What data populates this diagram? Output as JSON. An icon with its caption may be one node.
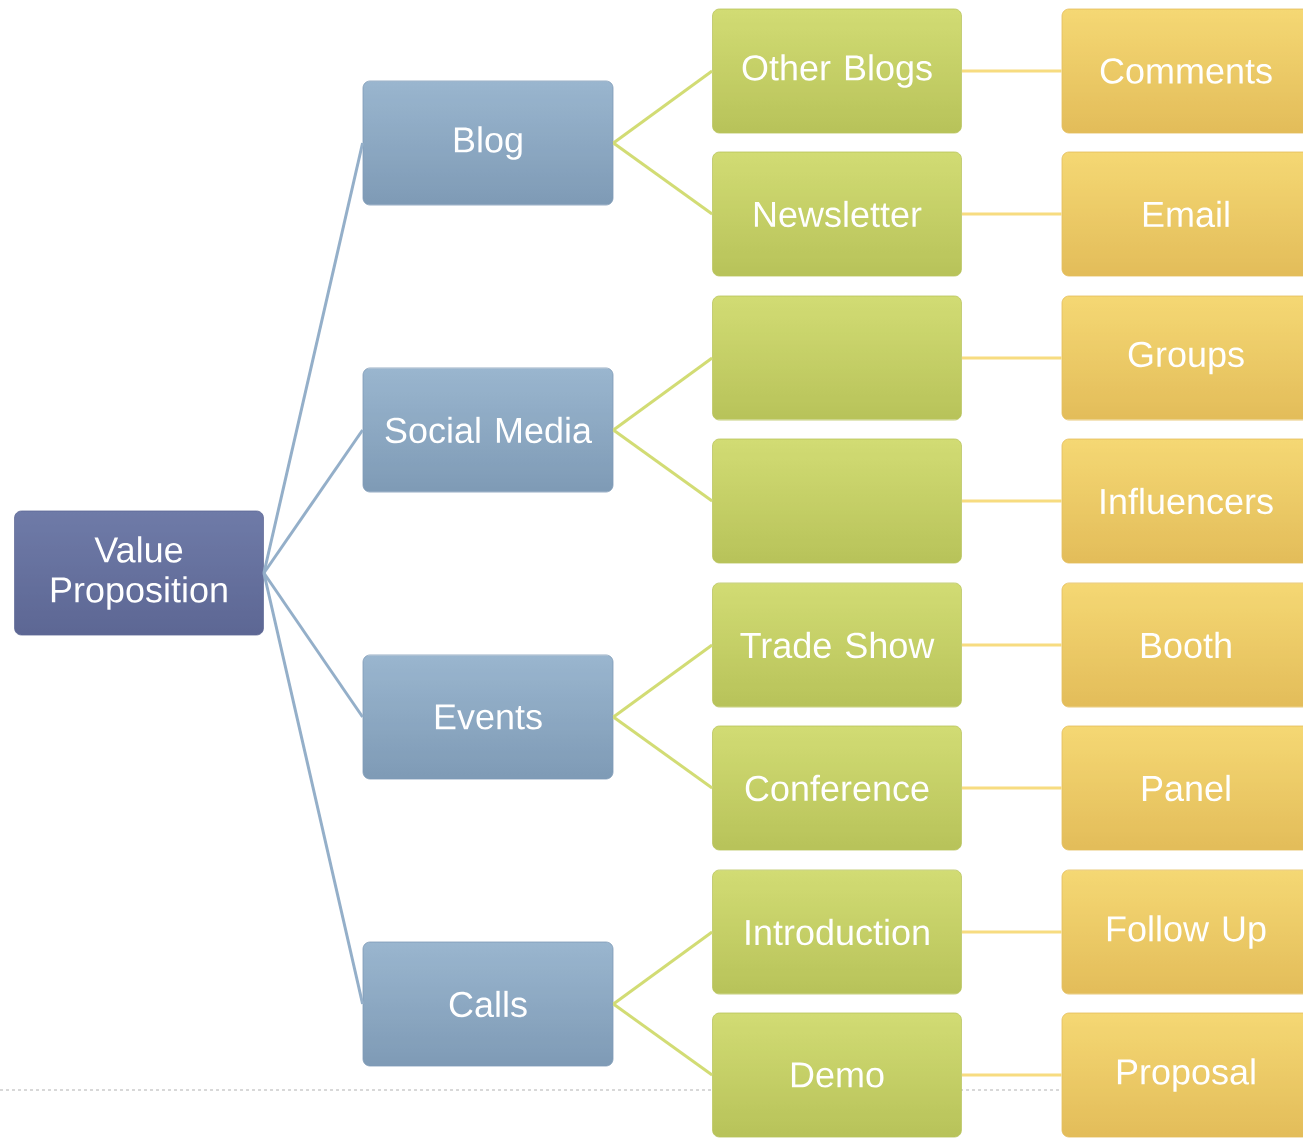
{
  "diagram": {
    "nodes": [
      {
        "text": [
          "Value Proposition"
        ]
      },
      {
        "text": [
          "Blog"
        ]
      },
      {
        "text": [
          "Social Media"
        ]
      },
      {
        "text": [
          "Events"
        ]
      },
      {
        "text": [
          "Calls"
        ]
      },
      {
        "text": [
          "Other Blogs"
        ]
      },
      {
        "text": [
          "Newsletter"
        ]
      },
      {
        "text": [],
        "shape": "box"
      },
      {
        "text": [],
        "shape": "box"
      },
      {
        "text": [
          "Trade Show"
        ]
      },
      {
        "text": [
          "Conference"
        ]
      },
      {
        "text": [
          "Introduction"
        ]
      },
      {
        "text": [
          "Demo"
        ]
      },
      {
        "text": [
          "Comments"
        ]
      },
      {
        "text": [
          "Email"
        ]
      },
      {
        "text": [
          "Groups"
        ]
      },
      {
        "text": [
          "Influencers"
        ]
      },
      {
        "text": [
          "Booth"
        ]
      },
      {
        "text": [
          "Panel"
        ]
      },
      {
        "text": [
          "Follow Up"
        ]
      },
      {
        "text": [
          "Proposal"
        ]
      }
    ],
    "edges": [
      {
        "from": 0,
        "to": 1,
        "arrow": "none",
        "color": "#94afc9"
      },
      {
        "from": 0,
        "to": 2,
        "arrow": "none",
        "color": "#94afc9"
      },
      {
        "from": 0,
        "to": 3,
        "arrow": "none",
        "color": "#94afc9"
      },
      {
        "from": 0,
        "to": 4,
        "arrow": "none",
        "color": "#94afc9"
      },
      {
        "from": 1,
        "to": 5,
        "arrow": "none"
      },
      {
        "from": 1,
        "to": 6,
        "arrow": "none"
      },
      {
        "from": 2,
        "to": 7,
        "arrow": "none"
      },
      {
        "from": 2,
        "to": 8,
        "arrow": "none"
      },
      {
        "from": 3,
        "to": 9,
        "arrow": "none"
      },
      {
        "from": 3,
        "to": 10,
        "arrow": "none"
      },
      {
        "from": 4,
        "to": 11,
        "arrow": "none"
      },
      {
        "from": 4,
        "to": 12,
        "arrow": "none"
      },
      {
        "from": 5,
        "to": 13,
        "arrow": "none",
        "color": "#f7dc80"
      },
      {
        "from": 6,
        "to": 14,
        "arrow": "none",
        "color": "#f7dc80"
      },
      {
        "from": 7,
        "to": 15,
        "arrow": "none",
        "color": "#f7dc80"
      },
      {
        "from": 8,
        "to": 16,
        "arrow": "none",
        "color": "#f7dc80"
      },
      {
        "from": 9,
        "to": 17,
        "arrow": "none",
        "color": "#f7dc80"
      },
      {
        "from": 10,
        "to": 18,
        "arrow": "none",
        "color": "#f7dc80"
      },
      {
        "from": 11,
        "to": 19,
        "arrow": "none",
        "color": "#f7dc80"
      },
      {
        "from": 12,
        "to": 20,
        "arrow": "none",
        "color": "#f7dc80"
      }
    ]
  }
}
